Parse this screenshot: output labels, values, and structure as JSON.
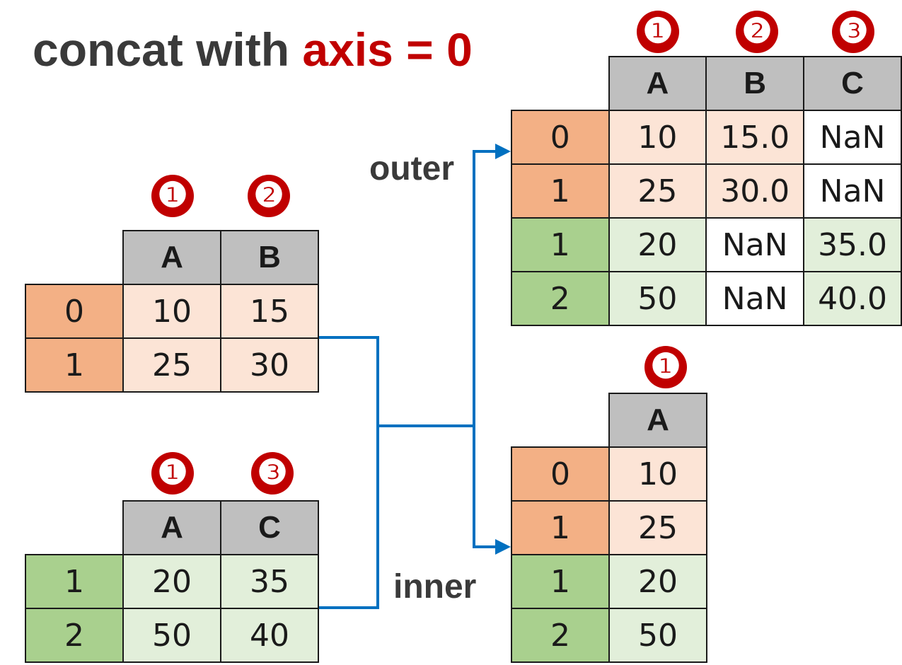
{
  "title": {
    "prefix": "concat with",
    "highlight": "axis = 0"
  },
  "markers": {
    "one": "❶",
    "two": "❷",
    "three": "❸"
  },
  "colors": {
    "marker": "#c00000",
    "header": "#bfbfbf",
    "index_orange": "#f3b085",
    "value_orange": "#fce4d6",
    "index_green": "#a9d08e",
    "value_green": "#e2efda",
    "arrow": "#0070c0"
  },
  "df1": {
    "columns": [
      "A",
      "B"
    ],
    "rows": [
      {
        "index": "0",
        "values": [
          "10",
          "15"
        ]
      },
      {
        "index": "1",
        "values": [
          "25",
          "30"
        ]
      }
    ]
  },
  "df2": {
    "columns": [
      "A",
      "C"
    ],
    "rows": [
      {
        "index": "1",
        "values": [
          "20",
          "35"
        ]
      },
      {
        "index": "2",
        "values": [
          "50",
          "40"
        ]
      }
    ]
  },
  "outer": {
    "label": "outer",
    "columns": [
      "A",
      "B",
      "C"
    ],
    "rows": [
      {
        "index": "0",
        "values": [
          "10",
          "15.0",
          "NaN"
        ]
      },
      {
        "index": "1",
        "values": [
          "25",
          "30.0",
          "NaN"
        ]
      },
      {
        "index": "1",
        "values": [
          "20",
          "NaN",
          "35.0"
        ]
      },
      {
        "index": "2",
        "values": [
          "50",
          "NaN",
          "40.0"
        ]
      }
    ]
  },
  "inner": {
    "label": "inner",
    "columns": [
      "A"
    ],
    "rows": [
      {
        "index": "0",
        "values": [
          "10"
        ]
      },
      {
        "index": "1",
        "values": [
          "25"
        ]
      },
      {
        "index": "1",
        "values": [
          "20"
        ]
      },
      {
        "index": "2",
        "values": [
          "50"
        ]
      }
    ]
  }
}
